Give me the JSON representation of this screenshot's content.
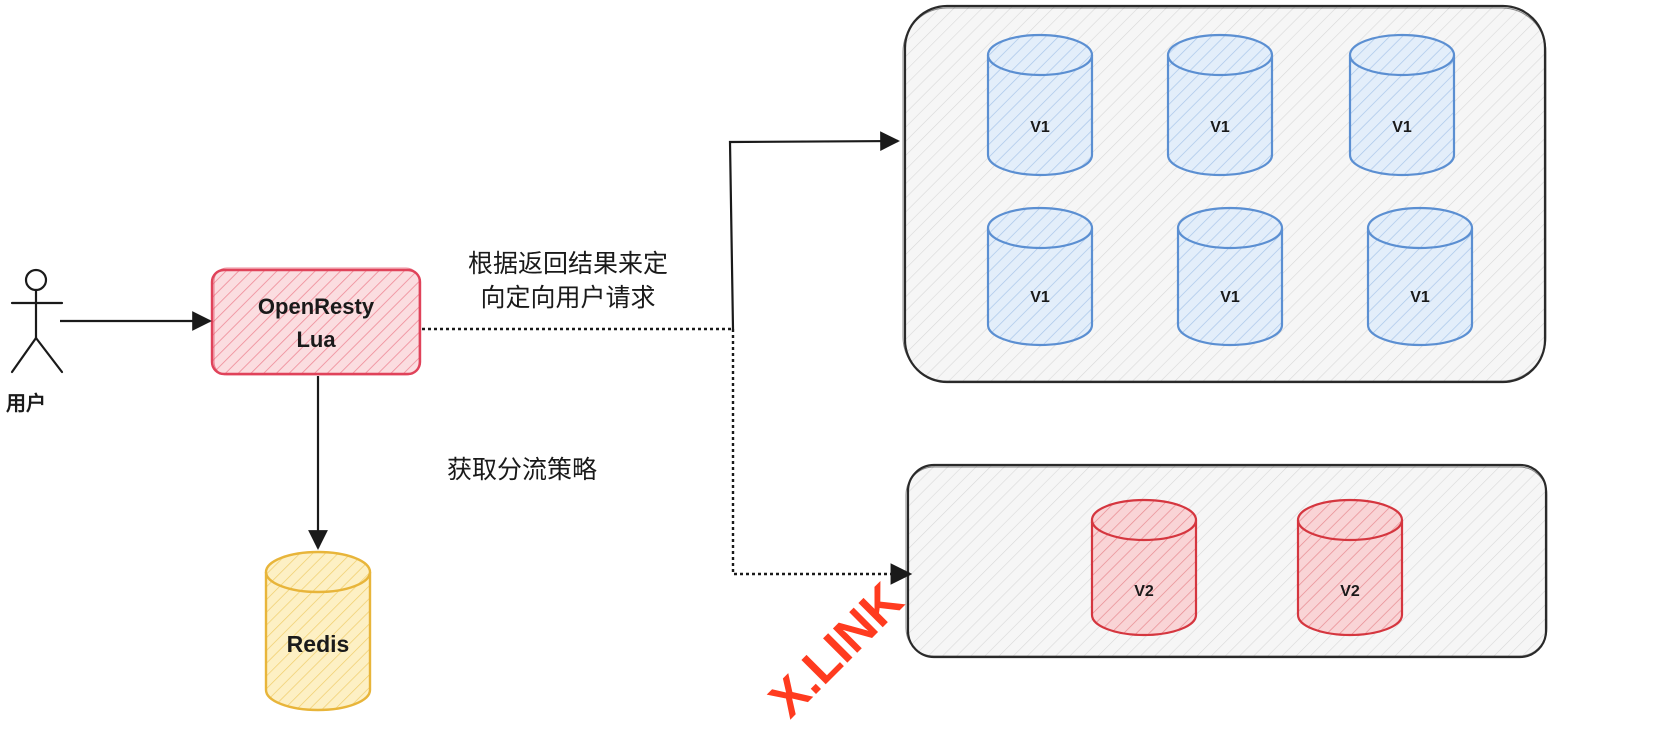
{
  "user": {
    "label": "用户"
  },
  "gateway": {
    "line1": "OpenResty",
    "line2": "Lua"
  },
  "redis": {
    "label": "Redis"
  },
  "labels": {
    "route_line1": "根据返回结果来定",
    "route_line2": "向定向用户请求",
    "fetch_policy": "获取分流策略"
  },
  "v1_cluster": {
    "nodes": [
      "V1",
      "V1",
      "V1",
      "V1",
      "V1",
      "V1"
    ]
  },
  "v2_cluster": {
    "nodes": [
      "V2",
      "V2"
    ]
  },
  "watermark": {
    "text": "X.LINK"
  },
  "colors": {
    "gateway_fill": "#f7c9ce",
    "gateway_stroke": "#e0435a",
    "redis_fill": "#fbe6a6",
    "redis_stroke": "#e8b53a",
    "v1_fill": "#d7e6f7",
    "v1_stroke": "#5b8fd2",
    "v2_fill": "#f6c9cb",
    "v2_stroke": "#d5363f",
    "cluster_fill": "#f2f2f2",
    "cluster_stroke": "#2a2a2a",
    "watermark": "#ff3b1f"
  }
}
